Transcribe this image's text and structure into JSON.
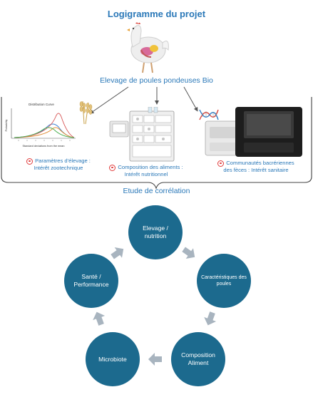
{
  "header": {
    "title": "Logigramme du projet",
    "subtitle": "Elevage de poules pondeuses Bio"
  },
  "panels": {
    "left": {
      "chart_title": "Distribution Curve",
      "ylabel": "Probability",
      "xlabel": "Standard deviations from the mean",
      "caption_line1": "Paramètres d'élevage :",
      "caption_line2": "Intérêt zootechnique"
    },
    "middle": {
      "caption_line1": "Composition des aliments :",
      "caption_line2": "Intérêt nutritionnel"
    },
    "right": {
      "caption_line1": "Communautés bacrériennes",
      "caption_line2": "des fèces : Intérêt sanitaire"
    }
  },
  "correlation": {
    "label": "Etude de corrélation",
    "nodes": [
      {
        "label": "Elevage / nutrition"
      },
      {
        "label": "Caractéristiques des poules"
      },
      {
        "label": "Composition Aliment"
      },
      {
        "label": "Microbiote"
      },
      {
        "label": "Santé / Performance"
      }
    ]
  },
  "colors": {
    "accent": "#2a78b8",
    "node_fill": "#1c6a8e",
    "arrow": "#a8b4bf",
    "target": "#e03a3a"
  },
  "icons": [
    "hen-anatomy-icon",
    "wheat-icon",
    "lab-instrument-icon",
    "sequencer-icon",
    "dna-icon",
    "target-icon"
  ]
}
